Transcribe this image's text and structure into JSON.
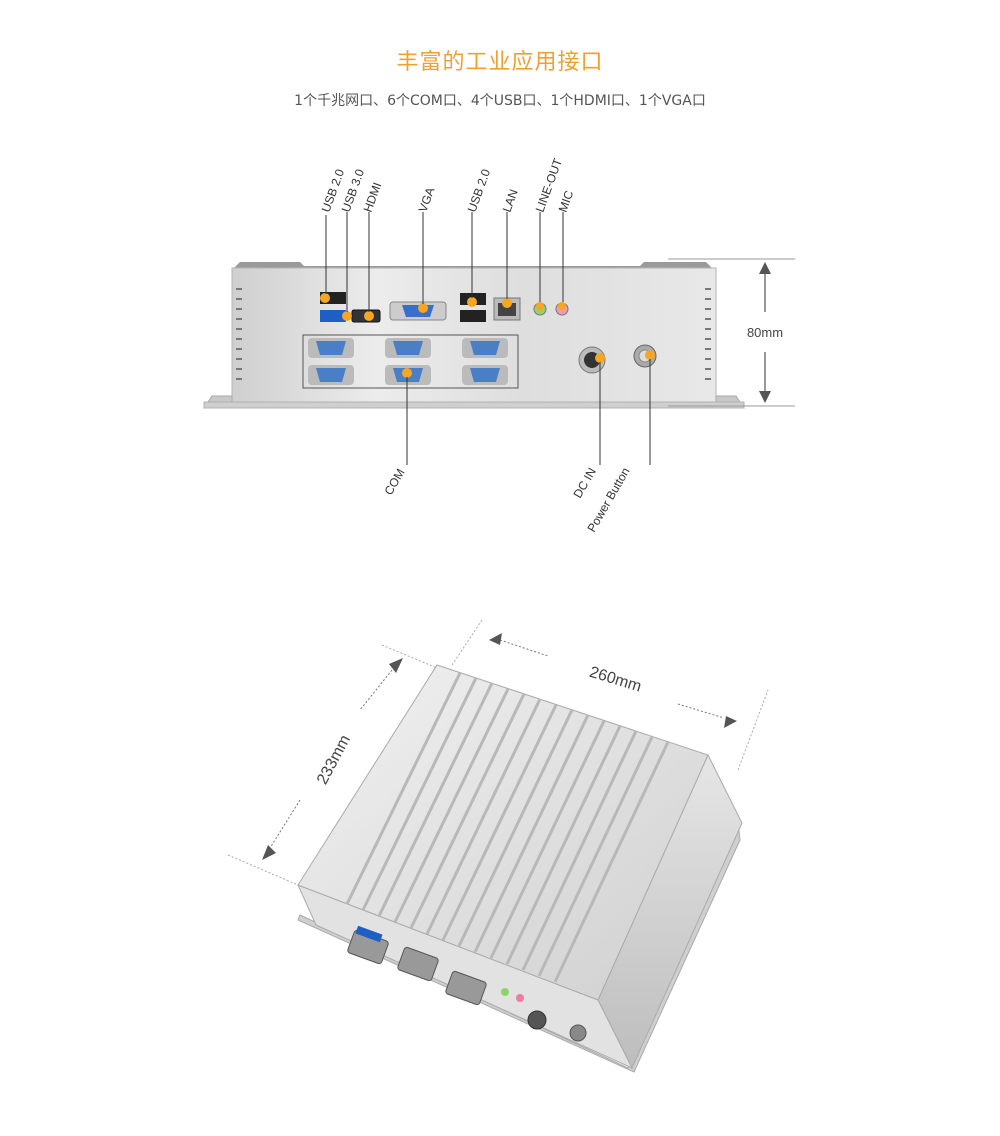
{
  "header": {
    "title": "丰富的工业应用接口",
    "subtitle": "1个千兆网口、6个COM口、4个USB口、1个HDMI口、1个VGA口"
  },
  "front_panel": {
    "port_labels": [
      "USB 2.0",
      "USB 3.0",
      "HDMI",
      "VGA",
      "USB 2.0",
      "LAN",
      "LINE-OUT",
      "MIC"
    ],
    "bottom_labels": [
      "COM",
      "DC IN",
      "Power Button"
    ],
    "height_label": "80mm"
  },
  "chassis": {
    "width_label": "260mm",
    "depth_label": "233mm"
  },
  "colors": {
    "accent": "#f0a030",
    "marker": "#f5a623",
    "aluminum": "#d8d8d8"
  }
}
